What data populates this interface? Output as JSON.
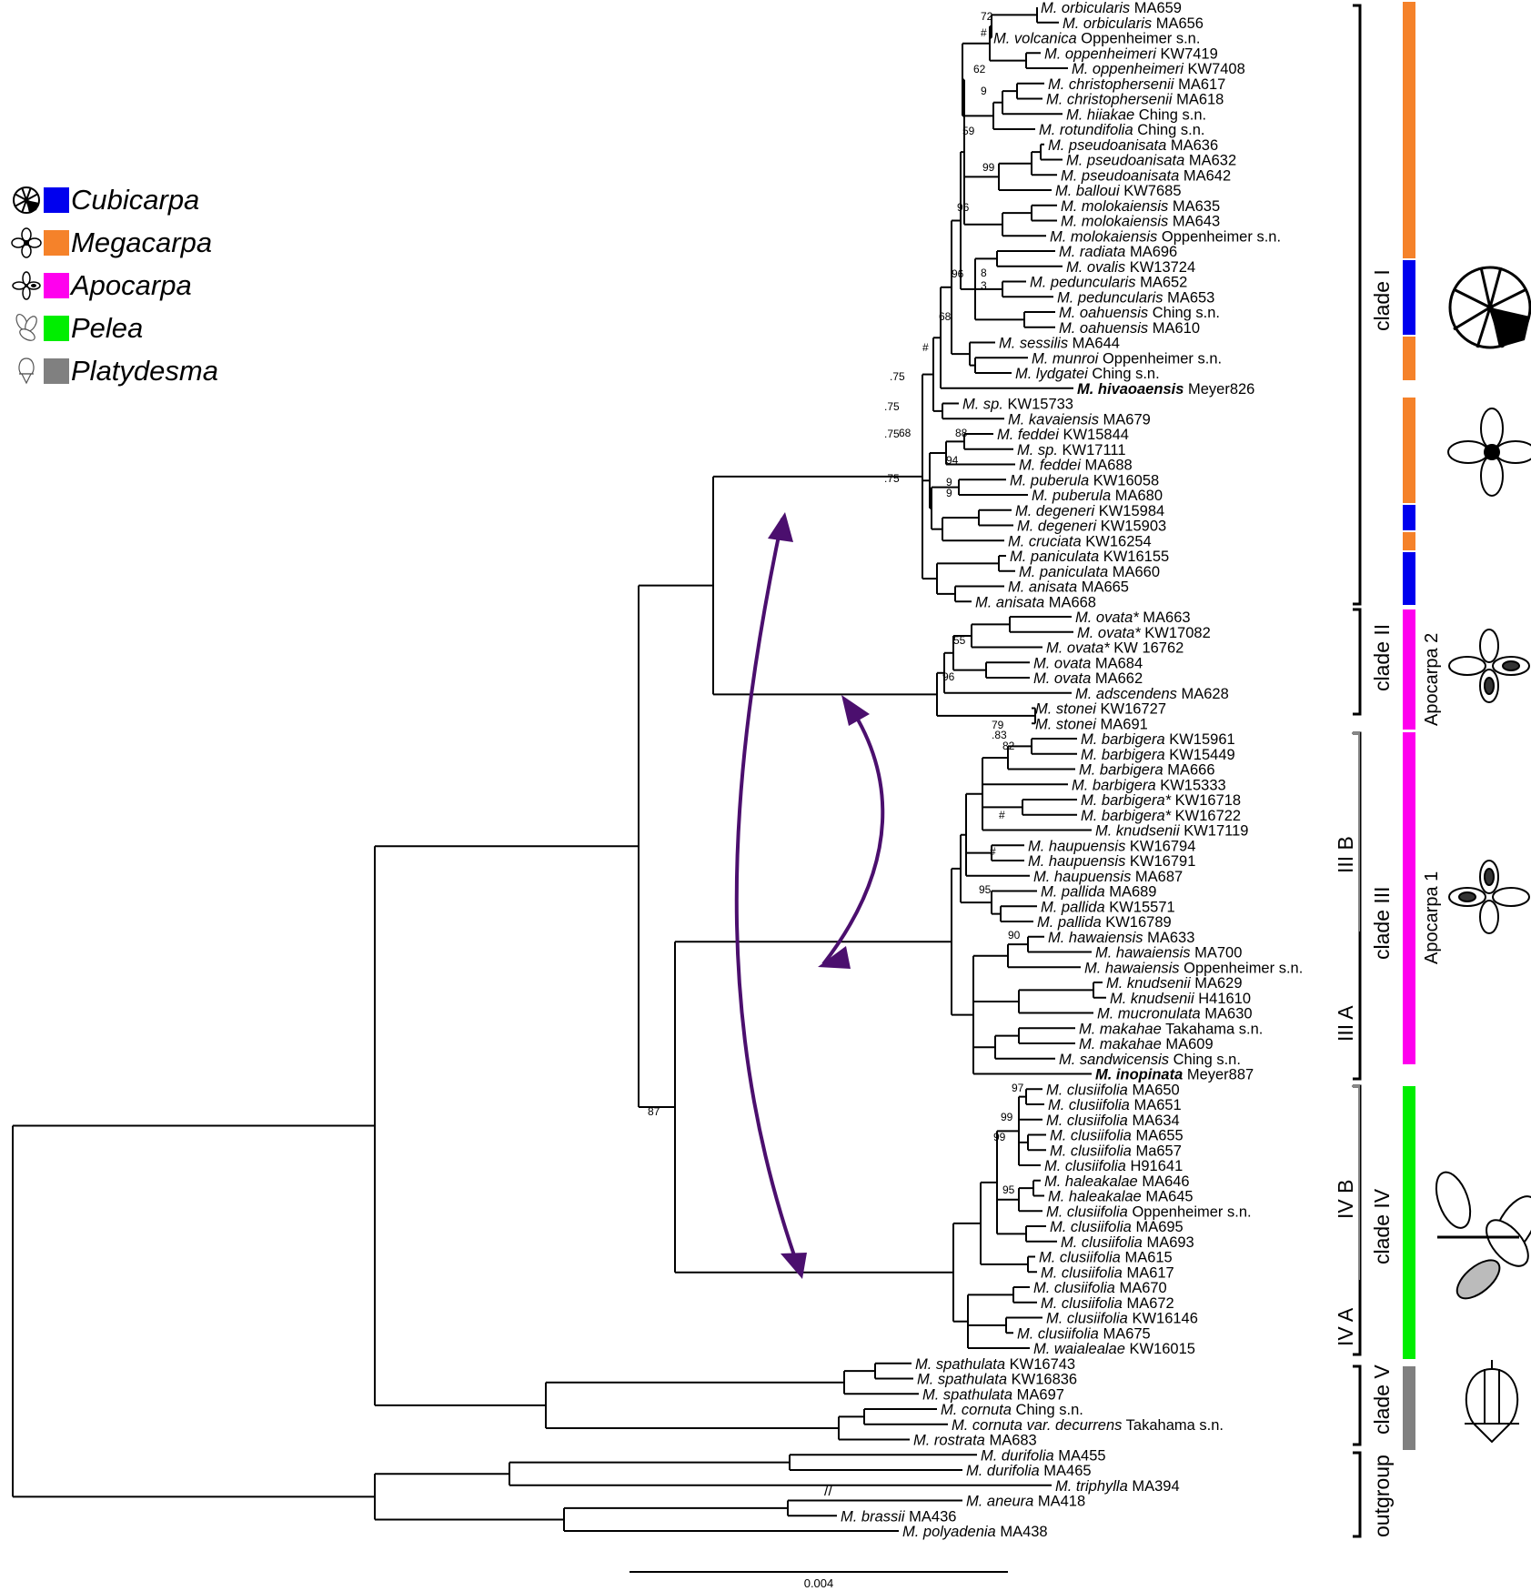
{
  "legend": [
    {
      "label": "Cubicarpa",
      "color": "#0000ee",
      "icon": "cubicarpa-fruit-icon"
    },
    {
      "label": "Megacarpa",
      "color": "#f5822a",
      "icon": "megacarpa-fruit-icon"
    },
    {
      "label": "Apocarpa",
      "color": "#ff00ee",
      "icon": "apocarpa-fruit-icon"
    },
    {
      "label": "Pelea",
      "color": "#00ee00",
      "icon": "pelea-leaf-icon"
    },
    {
      "label": "Platydesma",
      "color": "#808080",
      "icon": "platydesma-flower-icon"
    }
  ],
  "taxa": [
    {
      "g": "M.",
      "s": "orbicularis",
      "v": "MA659"
    },
    {
      "g": "M.",
      "s": "orbicularis",
      "v": "MA656"
    },
    {
      "g": "M.",
      "s": "volcanica",
      "v": "Oppenheimer s.n."
    },
    {
      "g": "M.",
      "s": "oppenheimeri",
      "v": "KW7419"
    },
    {
      "g": "M.",
      "s": "oppenheimeri",
      "v": "KW7408"
    },
    {
      "g": "M.",
      "s": "christophersenii",
      "v": "MA617"
    },
    {
      "g": "M.",
      "s": "christophersenii",
      "v": "MA618"
    },
    {
      "g": "M.",
      "s": "hiiakae",
      "v": "Ching s.n."
    },
    {
      "g": "M.",
      "s": "rotundifolia",
      "v": "Ching s.n."
    },
    {
      "g": "M.",
      "s": "pseudoanisata",
      "v": "MA636"
    },
    {
      "g": "M.",
      "s": "pseudoanisata",
      "v": "MA632"
    },
    {
      "g": "M.",
      "s": "pseudoanisata",
      "v": "MA642"
    },
    {
      "g": "M.",
      "s": "balloui",
      "v": "KW7685"
    },
    {
      "g": "M.",
      "s": "molokaiensis",
      "v": "MA635"
    },
    {
      "g": "M.",
      "s": "molokaiensis",
      "v": "MA643"
    },
    {
      "g": "M.",
      "s": "molokaiensis",
      "v": "Oppenheimer s.n."
    },
    {
      "g": "M.",
      "s": "radiata",
      "v": "MA696"
    },
    {
      "g": "M.",
      "s": "ovalis",
      "v": "KW13724"
    },
    {
      "g": "M.",
      "s": "peduncularis",
      "v": "MA652"
    },
    {
      "g": "M.",
      "s": "peduncularis",
      "v": "MA653"
    },
    {
      "g": "M.",
      "s": "oahuensis",
      "v": "Ching s.n."
    },
    {
      "g": "M.",
      "s": "oahuensis",
      "v": "MA610"
    },
    {
      "g": "M.",
      "s": "sessilis",
      "v": "MA644"
    },
    {
      "g": "M.",
      "s": "munroi",
      "v": "Oppenheimer s.n."
    },
    {
      "g": "M.",
      "s": "lydgatei",
      "v": "Ching s.n."
    },
    {
      "g": "M.",
      "s": "hivaoaensis",
      "v": "Meyer826",
      "bold": true
    },
    {
      "g": "M.",
      "s": "sp.",
      "v": "KW15733"
    },
    {
      "g": "M.",
      "s": "kavaiensis",
      "v": " MA679"
    },
    {
      "g": "M.",
      "s": "feddei",
      "v": "KW15844"
    },
    {
      "g": "M.",
      "s": "sp.",
      "v": "KW17111"
    },
    {
      "g": "M.",
      "s": "feddei",
      "v": "MA688"
    },
    {
      "g": "M.",
      "s": "puberula",
      "v": "KW16058"
    },
    {
      "g": "M.",
      "s": "puberula",
      "v": "MA680"
    },
    {
      "g": "M.",
      "s": "degeneri",
      "v": "KW15984"
    },
    {
      "g": "M.",
      "s": "degeneri",
      "v": "KW15903"
    },
    {
      "g": "M.",
      "s": "cruciata",
      "v": "KW16254"
    },
    {
      "g": "M.",
      "s": "paniculata",
      "v": "KW16155"
    },
    {
      "g": "M.",
      "s": "paniculata",
      "v": "MA660"
    },
    {
      "g": "M.",
      "s": "anisata",
      "v": "MA665"
    },
    {
      "g": "M.",
      "s": "anisata",
      "v": "MA668"
    },
    {
      "g": "M.",
      "s": "ovata*",
      "v": "MA663"
    },
    {
      "g": "M.",
      "s": "ovata*",
      "v": "KW17082"
    },
    {
      "g": "M.",
      "s": "ovata*",
      "v": "KW 16762"
    },
    {
      "g": "M.",
      "s": "ovata",
      "v": "MA684"
    },
    {
      "g": "M.",
      "s": "ovata",
      "v": "MA662"
    },
    {
      "g": "M.",
      "s": "adscendens",
      "v": "MA628"
    },
    {
      "g": "M.",
      "s": "stonei",
      "v": "KW16727"
    },
    {
      "g": "M.",
      "s": "stonei",
      "v": "MA691"
    },
    {
      "g": "M.",
      "s": "barbigera",
      "v": "KW15961"
    },
    {
      "g": "M.",
      "s": "barbigera",
      "v": "KW15449"
    },
    {
      "g": "M.",
      "s": "barbigera",
      "v": "MA666"
    },
    {
      "g": "M.",
      "s": "barbigera",
      "v": "KW15333"
    },
    {
      "g": "M.",
      "s": "barbigera*",
      "v": "KW16718"
    },
    {
      "g": "M.",
      "s": "barbigera*",
      "v": "KW16722"
    },
    {
      "g": "M.",
      "s": "knudsenii",
      "v": "KW17119"
    },
    {
      "g": "M.",
      "s": "haupuensis",
      "v": "KW16794"
    },
    {
      "g": "M.",
      "s": "haupuensis",
      "v": "KW16791"
    },
    {
      "g": "M.",
      "s": "haupuensis",
      "v": "MA687"
    },
    {
      "g": "M.",
      "s": "pallida",
      "v": "MA689"
    },
    {
      "g": "M.",
      "s": "pallida",
      "v": "KW15571"
    },
    {
      "g": "M.",
      "s": "pallida",
      "v": "KW16789"
    },
    {
      "g": "M.",
      "s": "hawaiensis",
      "v": "MA633"
    },
    {
      "g": "M.",
      "s": "hawaiensis",
      "v": "MA700"
    },
    {
      "g": "M.",
      "s": "hawaiensis",
      "v": "Oppenheimer s.n."
    },
    {
      "g": "M.",
      "s": "knudsenii",
      "v": "MA629"
    },
    {
      "g": "M.",
      "s": "knudsenii",
      "v": "H41610"
    },
    {
      "g": "M.",
      "s": "mucronulata",
      "v": "MA630"
    },
    {
      "g": "M.",
      "s": "makahae",
      "v": "Takahama s.n."
    },
    {
      "g": "M.",
      "s": "makahae",
      "v": "MA609"
    },
    {
      "g": "M.",
      "s": "sandwicensis",
      "v": "Ching s.n."
    },
    {
      "g": "M.",
      "s": "inopinata",
      "v": "Meyer887",
      "bold": true
    },
    {
      "g": "M.",
      "s": "clusiifolia",
      "v": "MA650"
    },
    {
      "g": "M.",
      "s": "clusiifolia",
      "v": "MA651"
    },
    {
      "g": "M.",
      "s": "clusiifolia",
      "v": "MA634"
    },
    {
      "g": "M.",
      "s": "clusiifolia",
      "v": "MA655"
    },
    {
      "g": "M.",
      "s": "clusiifolia",
      "v": "Ma657"
    },
    {
      "g": "M.",
      "s": "clusiifolia",
      "v": "H91641"
    },
    {
      "g": "M.",
      "s": "haleakalae",
      "v": "MA646"
    },
    {
      "g": "M.",
      "s": "haleakalae",
      "v": "MA645"
    },
    {
      "g": "M.",
      "s": "clusiifolia",
      "v": "Oppenheimer s.n."
    },
    {
      "g": "M.",
      "s": "clusiifolia",
      "v": "MA695"
    },
    {
      "g": "M.",
      "s": "clusiifolia",
      "v": "MA693"
    },
    {
      "g": "M.",
      "s": "clusiifolia",
      "v": "MA615"
    },
    {
      "g": "M.",
      "s": "clusiifolia",
      "v": "MA617"
    },
    {
      "g": "M.",
      "s": "clusiifolia",
      "v": "MA670"
    },
    {
      "g": "M.",
      "s": "clusiifolia",
      "v": "MA672"
    },
    {
      "g": "M.",
      "s": "clusiifolia",
      "v": "KW16146"
    },
    {
      "g": "M.",
      "s": "clusiifolia",
      "v": "MA675"
    },
    {
      "g": "M.",
      "s": "waialealae",
      "v": "KW16015"
    },
    {
      "g": "M.",
      "s": "spathulata",
      "v": "KW16743"
    },
    {
      "g": "M.",
      "s": "spathulata",
      "v": "KW16836"
    },
    {
      "g": "M.",
      "s": "spathulata",
      "v": "MA697"
    },
    {
      "g": "M.",
      "s": "cornuta",
      "v": "Ching s.n."
    },
    {
      "g": "M.",
      "s": "cornuta var. decurrens",
      "v": "Takahama s.n."
    },
    {
      "g": "M.",
      "s": "rostrata",
      "v": "MA683"
    },
    {
      "g": "M.",
      "s": "durifolia",
      "v": "MA455"
    },
    {
      "g": "M.",
      "s": "durifolia",
      "v": "MA465"
    },
    {
      "g": "M.",
      "s": "triphylla",
      "v": "MA394"
    },
    {
      "g": "M.",
      "s": "aneura",
      "v": "MA418"
    },
    {
      "g": "M.",
      "s": "brassii",
      "v": "MA436"
    },
    {
      "g": "M.",
      "s": "polyadenia",
      "v": "MA438"
    }
  ],
  "support_values": [
    "72",
    "#",
    "62",
    "9",
    "59",
    "99",
    "96",
    "8",
    "3",
    "96",
    "68",
    "#",
    ".75",
    ".75",
    ".75",
    ".75",
    "68",
    "88",
    "94",
    "9",
    "9",
    "55",
    "96",
    "79",
    ".83",
    "82",
    "#",
    "#",
    "95",
    "90",
    "87",
    "97",
    "99",
    "99",
    "95"
  ],
  "clades": [
    {
      "label": "clade I"
    },
    {
      "label": "clade II"
    },
    {
      "label": "clade III"
    },
    {
      "label": "III B"
    },
    {
      "label": "III A"
    },
    {
      "label": "clade IV"
    },
    {
      "label": "IV B"
    },
    {
      "label": "IV A"
    },
    {
      "label": "clade V"
    },
    {
      "label": "outgroup"
    }
  ],
  "section_labels": [
    "Apocarpa 2",
    "Apocarpa 1"
  ],
  "scale_bar": {
    "label": "0.004"
  },
  "branch_break": "//"
}
